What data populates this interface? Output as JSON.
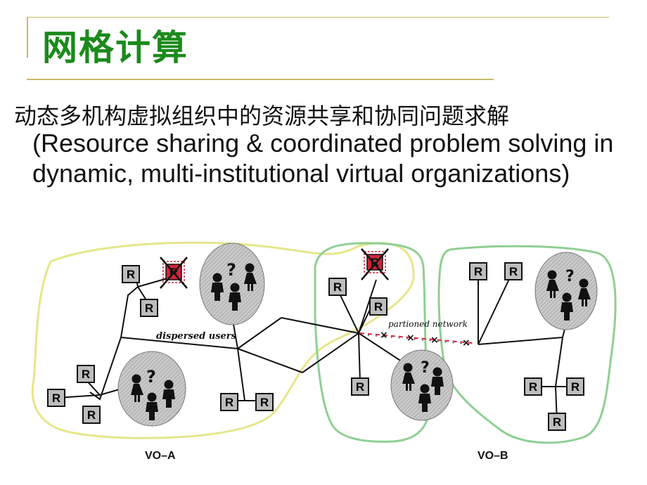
{
  "slide": {
    "title": "网格计算",
    "subtitle_cn": "动态多机构虚拟组织中的资源共享和协同问题求解",
    "body_en": "(Resource sharing & coordinated problem solving in dynamic, multi-institutional virtual organizations)"
  },
  "diagram": {
    "resource_label": "R",
    "question_label": "?",
    "dispersed_users_label": "dispersed users",
    "partitioned_network_label": "partioned network",
    "vo_a_label": "VO–A",
    "vo_b_label": "VO–B",
    "colors": {
      "vo_a_outline": "#e6e68a",
      "vo_b_outline": "#8fcf94",
      "failed_resource": "#d0243a",
      "title": "#1b8a1b"
    }
  }
}
